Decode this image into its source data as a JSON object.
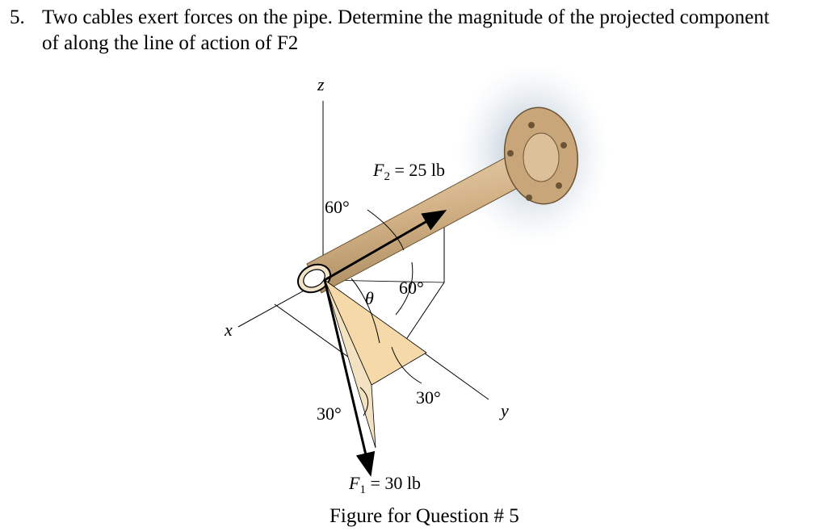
{
  "question": {
    "number": "5.",
    "line1": "Two cables exert forces on the pipe. Determine the magnitude of the projected component",
    "line2": "of along the line of action of F2"
  },
  "figure": {
    "axis_z": "z",
    "axis_x": "x",
    "axis_y": "y",
    "f2_symbol": "F",
    "f2_subscript": "2",
    "f2_value": " = 25 lb",
    "f1_symbol": "F",
    "f1_subscript": "1",
    "f1_value": " = 30 lb",
    "angle_60_top": "60°",
    "angle_60_mid": "60°",
    "angle_theta": "θ",
    "angle_30_right": "30°",
    "angle_30_left": "30°",
    "caption": "Figure for Question # 5",
    "colors": {
      "pipe": "#d6b98f",
      "pipe_shadow": "#a88a60",
      "plane": "#f6d9a8",
      "flange": "#c9a67a",
      "wall_glow": "#b7c7d3",
      "lines": "#000000"
    }
  }
}
